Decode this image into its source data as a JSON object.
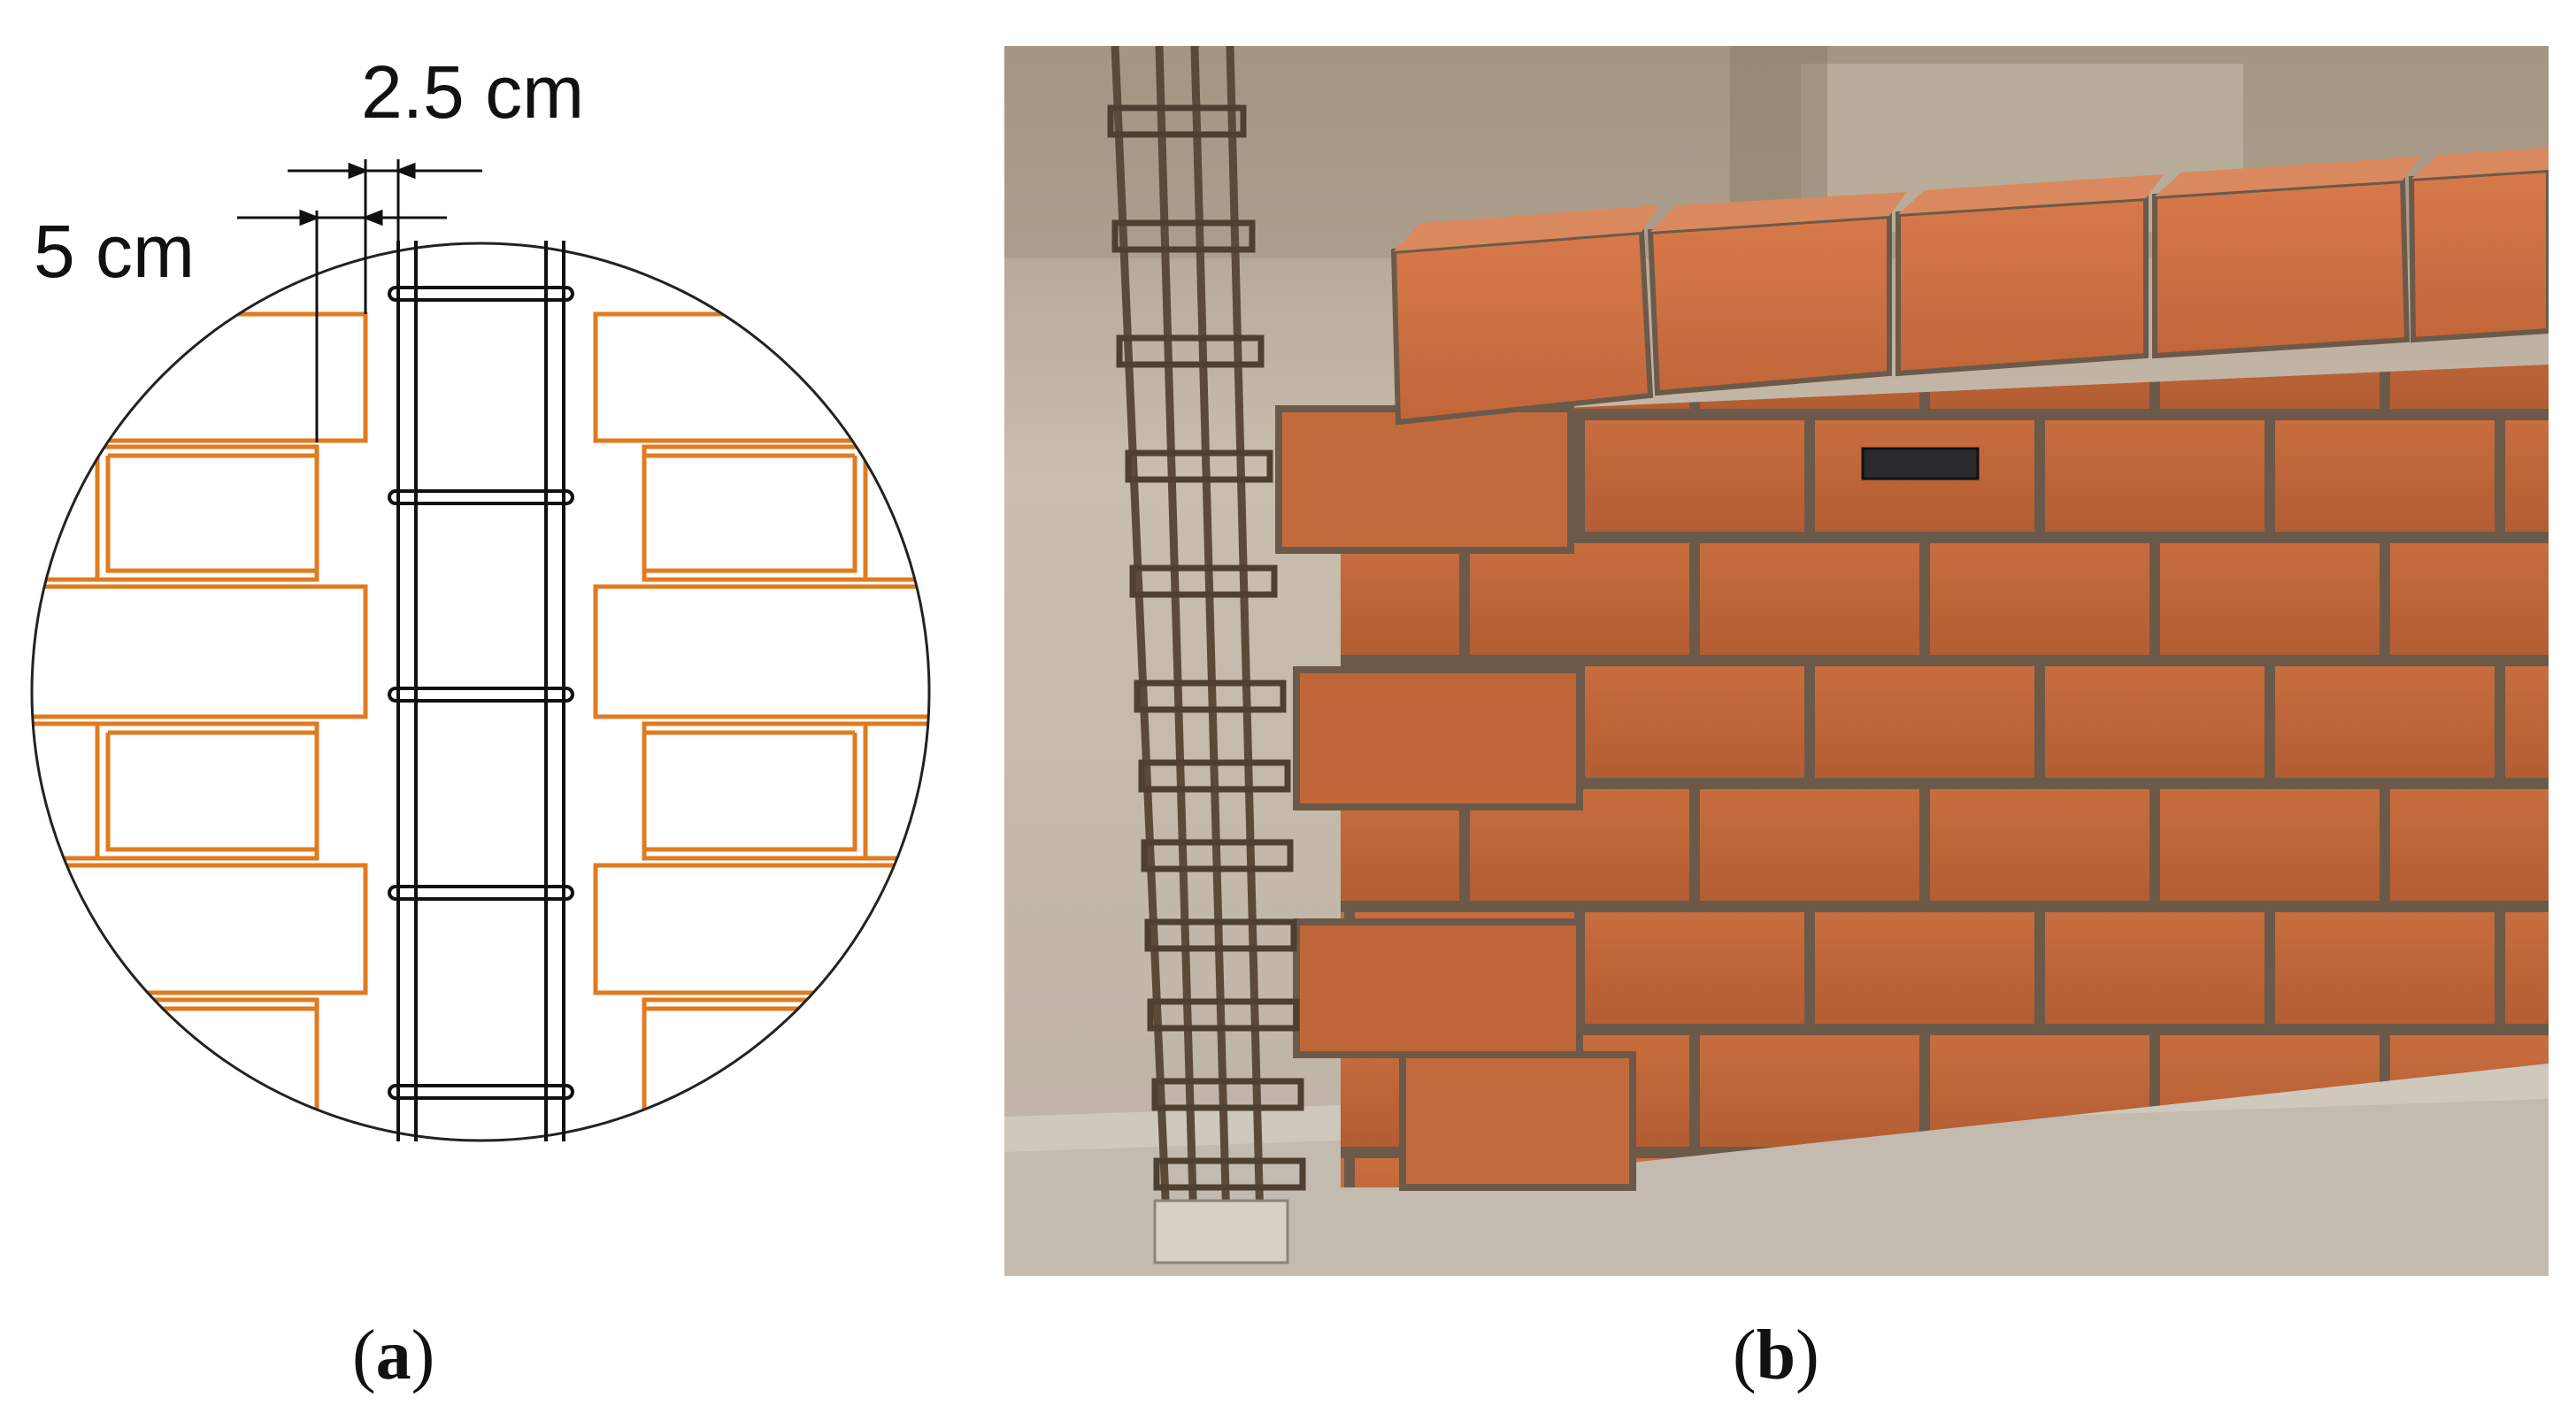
{
  "panel_a": {
    "dim_top_label": "2.5 cm",
    "dim_left_label": "5 cm",
    "brick_color": "#e07b1f",
    "rebar_color": "#111111"
  },
  "panel_b": {
    "photo_subject": "brick masonry wall with steel reinforcement cage column",
    "brick_color": "#c3673a",
    "mortar_color": "#6e5e4e"
  },
  "captions": {
    "a": "a",
    "b": "b"
  }
}
